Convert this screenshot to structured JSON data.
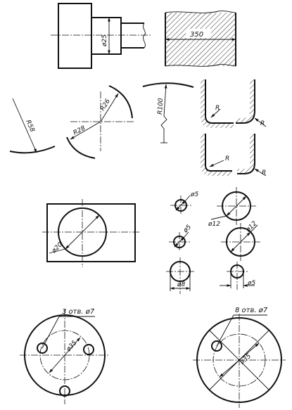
{
  "labels": {
    "shaft_dia": "ø25",
    "plate_len": "350",
    "r58": "R58",
    "r28": "R28",
    "r26": "R26",
    "r100": "R100",
    "fillet_r_1": "R",
    "fillet_r_2": "R",
    "fillet_r_3": "R",
    "fillet_r_4": "R",
    "hole_dia_20": "ø20",
    "small_dia_5a": "ø5",
    "small_dia_5b": "ø5",
    "dia_12a": "ø12",
    "dia_12b": "ø12",
    "dia_8": "ø8",
    "dia_5c": "ø5",
    "note_3holes": "3 отв. ø7",
    "pcd_35_left": "ø35",
    "note_8holes": "8 отв. ø7",
    "pcd_35_right": "ø35"
  }
}
